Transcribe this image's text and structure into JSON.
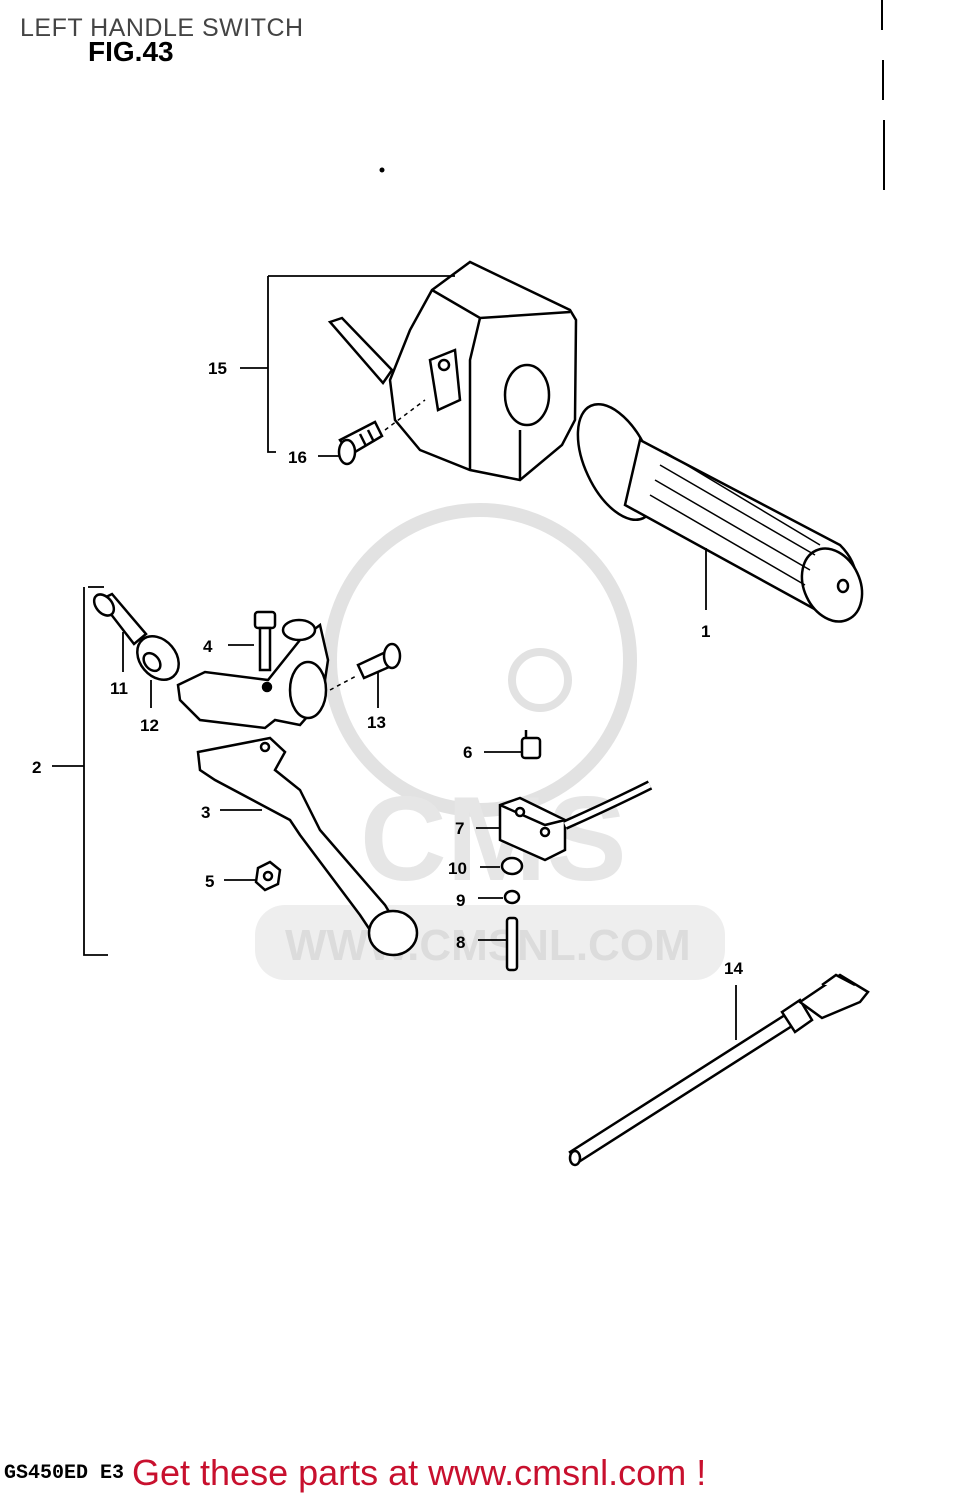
{
  "header": {
    "title": "LEFT HANDLE SWITCH",
    "figure": "FIG.43"
  },
  "footer": {
    "model_code": "GS450ED E3",
    "promo": "Get these parts at www.cmsnl.com !"
  },
  "watermark": {
    "brand": "CMS",
    "url": "WWW.CMSNL.COM"
  },
  "callouts": {
    "c1": "1",
    "c2": "2",
    "c3": "3",
    "c4": "4",
    "c5": "5",
    "c6": "6",
    "c7": "7",
    "c8": "8",
    "c9": "9",
    "c10": "10",
    "c11": "11",
    "c12": "12",
    "c13": "13",
    "c14": "14",
    "c15": "15",
    "c16": "16"
  },
  "colors": {
    "promo": "#c8102e",
    "line": "#000000",
    "watermark": "#dcdcdc"
  }
}
